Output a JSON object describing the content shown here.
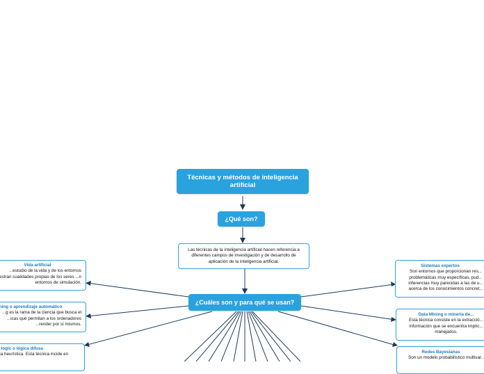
{
  "map": {
    "root": "Técnicas y métodos de inteligencia artificial",
    "what": "¿Qué son?",
    "definition": "Las técnicas de la inteligencia artificial hacen referencia a diferentes campos de investigación y de desarrollo de aplicación de la inteligencia artificial.",
    "uses": "¿Cuáles son y para qué se usan?",
    "left_branches": [
      {
        "title": "Vida artificial",
        "body": "...estudio de la vida y de los entornos ...estran cualidades propias de los seres ...n entornos de simulación."
      },
      {
        "title": "...rning o aprendizaje automático",
        "body": "...g es la rama de la ciencia que busca el ...icas que permitan a los ordenadores ...render por sí mismos."
      },
      {
        "title": "...y logic o lógica difusa",
        "body": "...ica heurística. Esta técnica incide en"
      }
    ],
    "right_branches": [
      {
        "title": "Sistemas expertos",
        "body": "Son entornos que proporcionan res... problemáticas muy específicas, pud... inferencias muy parecidas a las de u... acerca de los conocimientos concret..."
      },
      {
        "title": "Data Mining o minería de...",
        "body": "Esta técnica consiste en la extracció... información que se encuentra implíc... manejados."
      },
      {
        "title": "Redes Bayesianas",
        "body": "Son un modelo probabilístico multivar..."
      }
    ]
  },
  "colors": {
    "node_fill": "#2aa2de",
    "border": "#2aa2de",
    "connector": "#1b3a5a",
    "leaf_title": "#1a7cc0"
  }
}
